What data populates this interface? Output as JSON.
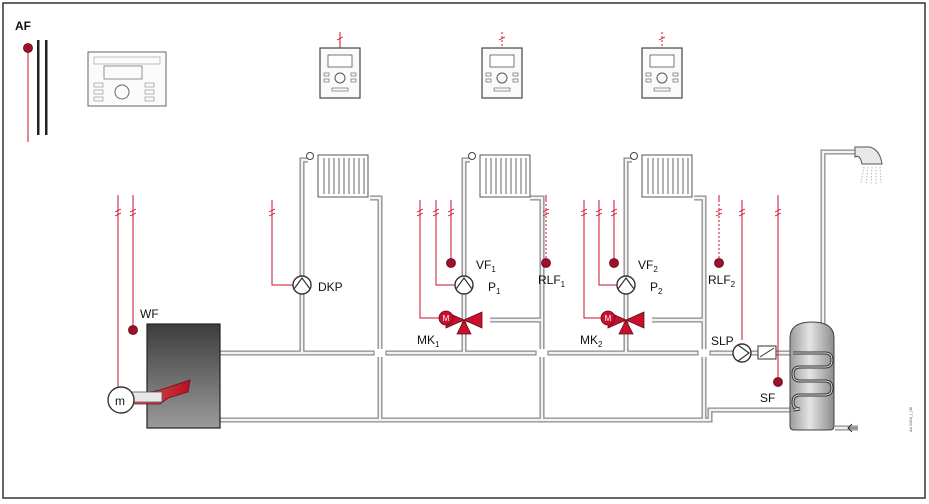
{
  "labels": {
    "af": "AF",
    "wf": "WF",
    "m": "m",
    "dkp": "DKP",
    "vf1": "VF",
    "vf1_sub": "1",
    "p1": "P",
    "p1_sub": "1",
    "rlf1": "RLF",
    "rlf1_sub": "1",
    "mk1": "MK",
    "mk1_sub": "1",
    "vf2": "VF",
    "vf2_sub": "2",
    "p2": "P",
    "p2_sub": "2",
    "rlf2": "RLF",
    "rlf2_sub": "2",
    "mk2": "MK",
    "mk2_sub": "2",
    "slp": "SLP",
    "sf": "SF",
    "code": "Ari 2004_/_08"
  },
  "colors": {
    "signal": "#c8102e",
    "pipe": "#8a8a8a",
    "boiler": "#5a5a5a",
    "sensor": "#a0102a"
  }
}
